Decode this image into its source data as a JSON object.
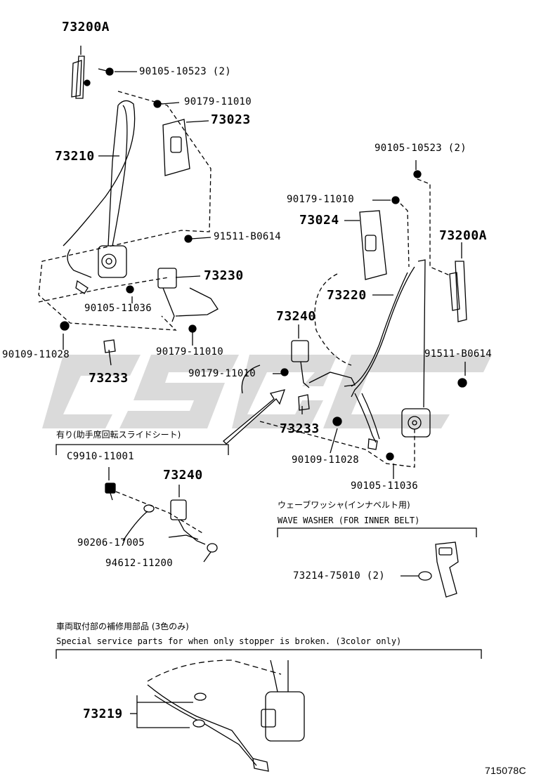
{
  "diagram": {
    "watermark_icon": "csgc-watermark",
    "labels": {
      "p73200A_left": "73200A",
      "p90105_10523_left": "90105-10523 (2)",
      "p90179_11010_top": "90179-11010",
      "p73023": "73023",
      "p73210": "73210",
      "p91511_left": "91511-B0614",
      "p73230": "73230",
      "p90105_11036_left": "90105-11036",
      "p90109_11028_left": "90109-11028",
      "p90179_11010_left_lower": "90179-11010",
      "p73233_left": "73233",
      "p90105_10523_right": "90105-10523 (2)",
      "p90179_11010_right": "90179-11010",
      "p73024": "73024",
      "p73200A_right": "73200A",
      "p73220": "73220",
      "p73240_right": "73240",
      "p91511_right": "91511-B0614",
      "p90179_11010_mid": "90179-11010",
      "p73233_right": "73233",
      "p90109_11028_right": "90109-11028",
      "p90105_11036_right": "90105-11036",
      "option_jp": "有り(助手席回転スライドシート)",
      "pC9910": "C9910-11001",
      "p73240_inset": "73240",
      "p90206": "90206-17005",
      "p94612": "94612-11200",
      "wave_washer_jp": "ウェーブワッシャ(インナベルト用)",
      "wave_washer_en": "WAVE WASHER (FOR INNER BELT)",
      "p73214": "73214-75010 (2)",
      "special_jp": "車両取付部の補修用部品 (3色のみ)",
      "special_en": "Special service parts for when only stopper is broken. (3color only)",
      "p73219": "73219",
      "diagram_id": "715078C"
    }
  }
}
